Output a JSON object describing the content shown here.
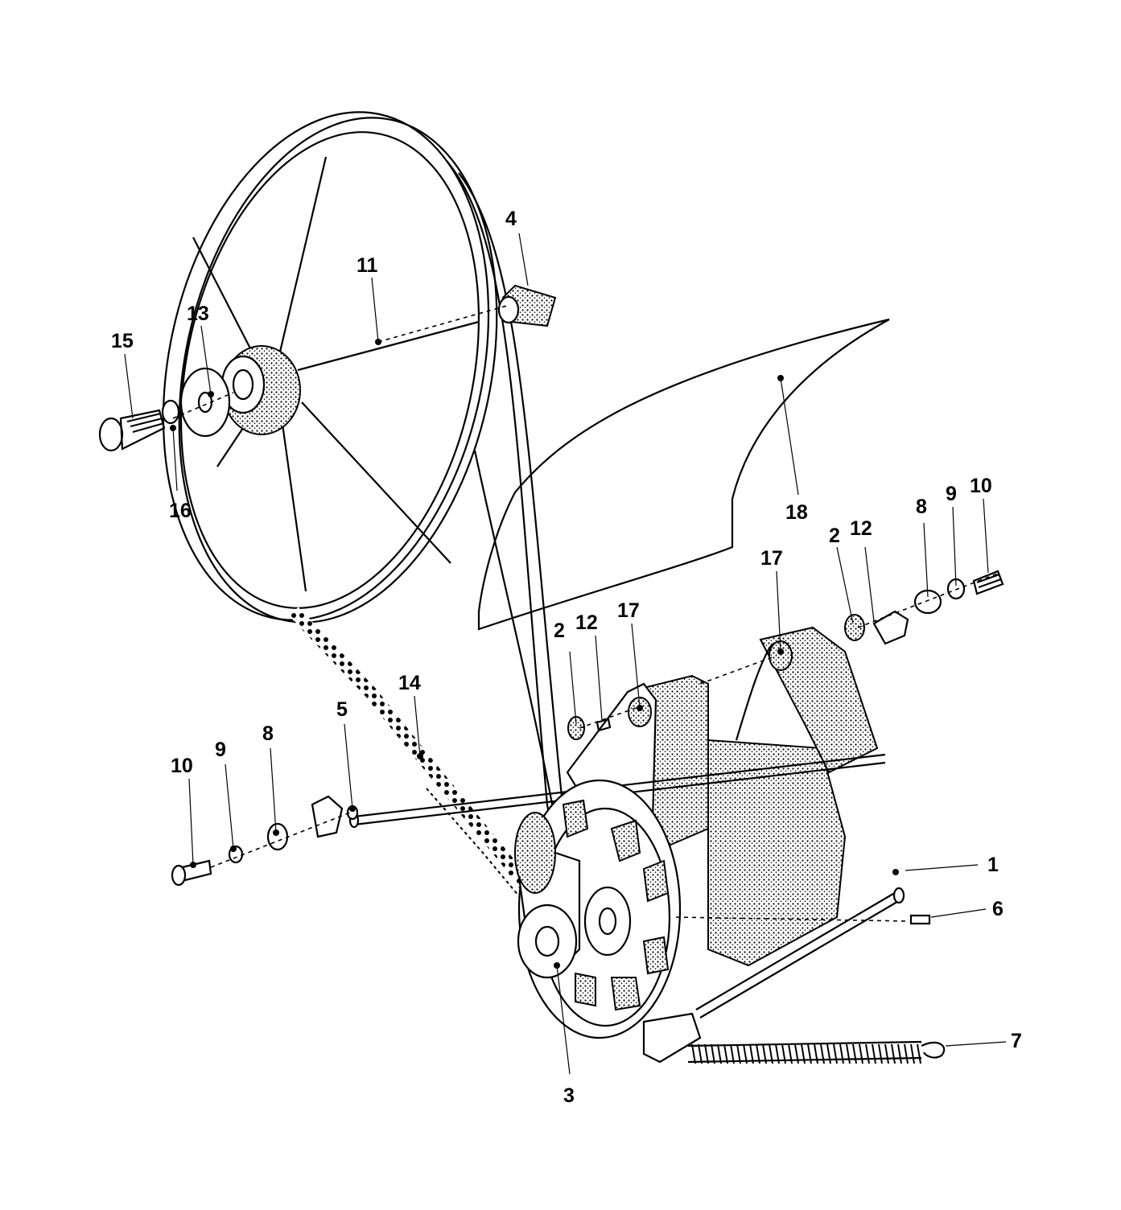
{
  "diagram": {
    "callouts": [
      {
        "id": "c15",
        "text": "15"
      },
      {
        "id": "c13",
        "text": "13"
      },
      {
        "id": "c16",
        "text": "16"
      },
      {
        "id": "c11",
        "text": "11"
      },
      {
        "id": "c4",
        "text": "4"
      },
      {
        "id": "c18",
        "text": "18"
      },
      {
        "id": "c17a",
        "text": "17"
      },
      {
        "id": "c2a",
        "text": "2"
      },
      {
        "id": "c12a",
        "text": "12"
      },
      {
        "id": "c8a",
        "text": "8"
      },
      {
        "id": "c9a",
        "text": "9"
      },
      {
        "id": "c10a",
        "text": "10"
      },
      {
        "id": "c2b",
        "text": "2"
      },
      {
        "id": "c12b",
        "text": "12"
      },
      {
        "id": "c17b",
        "text": "17"
      },
      {
        "id": "c14",
        "text": "14"
      },
      {
        "id": "c5",
        "text": "5"
      },
      {
        "id": "c10b",
        "text": "10"
      },
      {
        "id": "c9b",
        "text": "9"
      },
      {
        "id": "c8b",
        "text": "8"
      },
      {
        "id": "c1",
        "text": "1"
      },
      {
        "id": "c6",
        "text": "6"
      },
      {
        "id": "c7",
        "text": "7"
      },
      {
        "id": "c3",
        "text": "3"
      }
    ]
  }
}
